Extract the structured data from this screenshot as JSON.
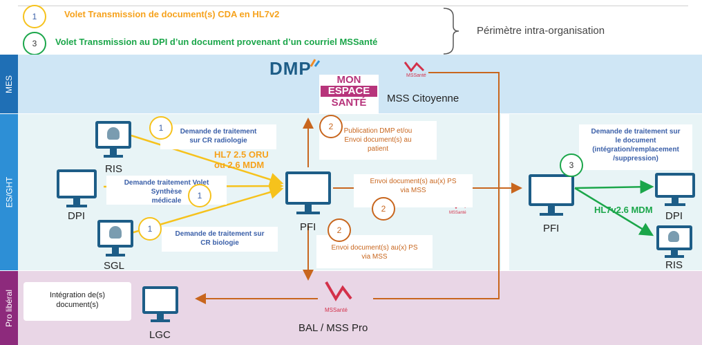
{
  "legend": {
    "item1": {
      "number": "1",
      "text": "Volet Transmission de document(s) CDA en HL7v2",
      "color": "#f6a21c"
    },
    "item3": {
      "number": "3",
      "text": "Volet Transmission au DPI d’un document provenant d’un courriel MSSanté",
      "color": "#1ba64a"
    },
    "scope": "Périmètre intra-organisation"
  },
  "lanes": {
    "mes": "MES",
    "es": "ES/GHT",
    "pro": "Pro libéral"
  },
  "logos": {
    "dmp": "DMP",
    "mes_line1": "MON",
    "mes_line2": "ESPACE",
    "mes_line3": "SANTÉ",
    "mss_small": "MSSanté",
    "mss_small2": "MSSanté",
    "mss_small3": "MSSanté"
  },
  "nodes": {
    "mss_citoyenne": "MSS Citoyenne",
    "ris_left": "RIS",
    "dpi_left": "DPI",
    "sgl": "SGL",
    "pfi_center": "PFI",
    "pfi_right": "PFI",
    "dpi_right": "DPI",
    "ris_right": "RIS",
    "lgc": "LGC",
    "bal": "BAL  / MSS Pro"
  },
  "badges": {
    "b1a": "1",
    "b1b": "1",
    "b1c": "1",
    "b2a": "2",
    "b2b": "2",
    "b2c": "2",
    "b3": "3"
  },
  "boxes": {
    "radio_l1": "Demande de traitement",
    "radio_l2": "sur CR radiologie",
    "synth_l1": "Demande traitement Volet",
    "synth_l2": "Synthèse",
    "synth_l3": "médicale",
    "bio_l1": "Demande de traitement sur",
    "bio_l2": "CR biologie",
    "pub_l1": "Publication DMP  et/ou",
    "pub_l2": "Envoi document(s) au",
    "pub_l3": "patient",
    "ps1_l1": "Envoi document(s) au(x) PS",
    "ps1_l2": "via MSS",
    "ps2_l1": "Envoi document(s) au(x) PS",
    "ps2_l2": "via MSS",
    "right_l1": "Demande de traitement sur",
    "right_l2": "le document",
    "right_l3": "(intégration/remplacement",
    "right_l4": "/suppression)",
    "integ_l1": "Intégration  de(s)",
    "integ_l2": "document(s)"
  },
  "arrow_labels": {
    "hl7_l1": "HL7 2.5 ORU",
    "hl7_l2": "ou 2.6 MDM",
    "hl7v26": "HL7v2.6 MDM"
  }
}
